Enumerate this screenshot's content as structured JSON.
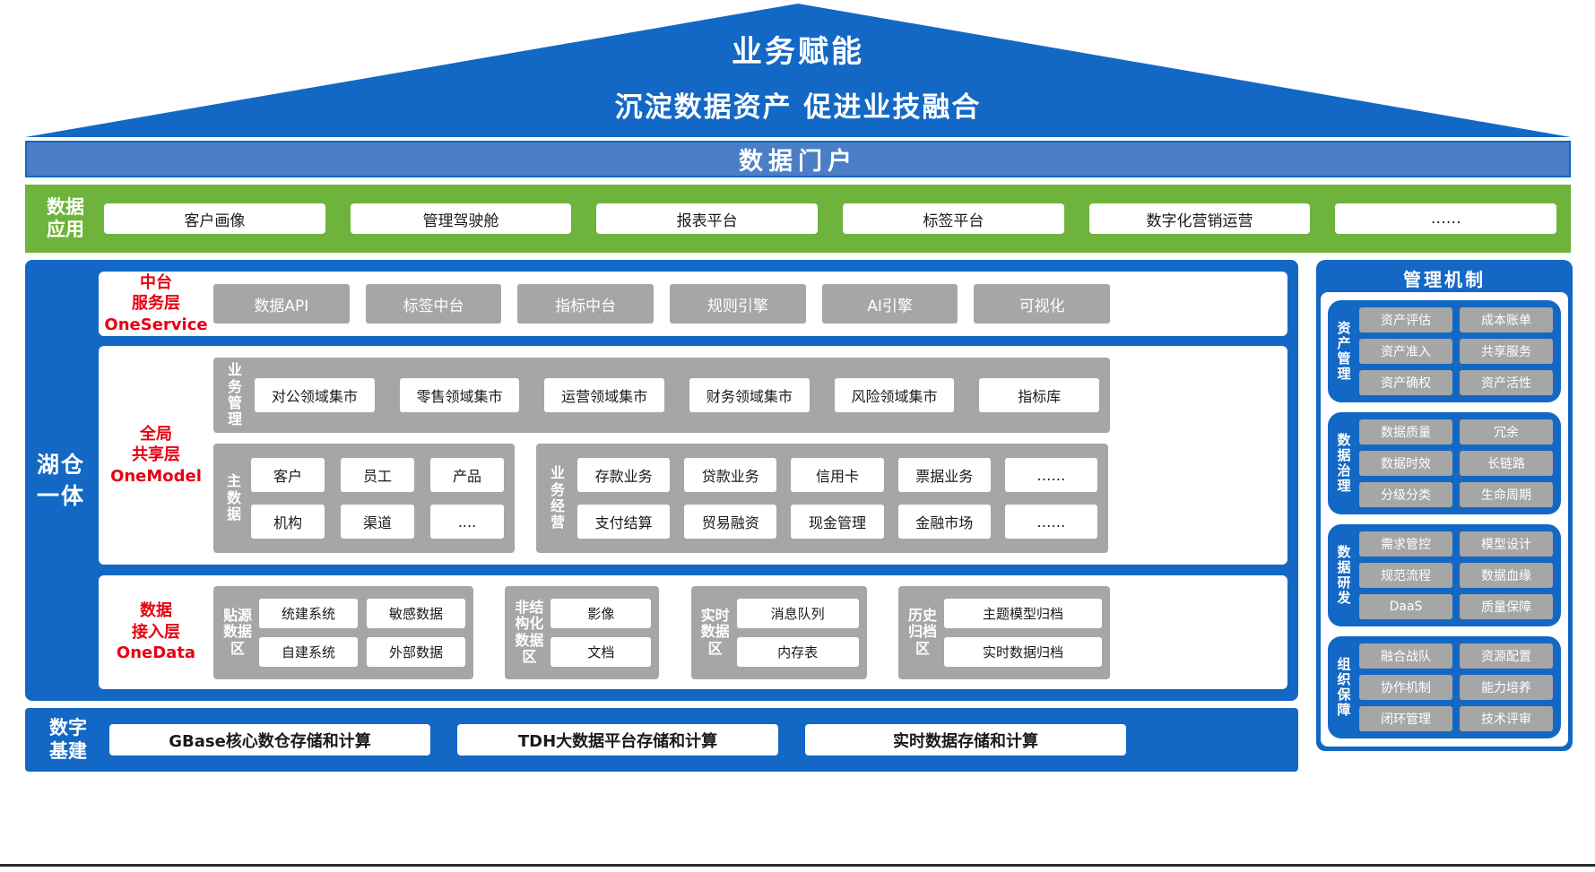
{
  "colors": {
    "primary_blue": "#1268c4",
    "banner_blue": "#4a7ec6",
    "app_green": "#6eb33c",
    "box_gray": "#a6a6a6",
    "label_red": "#e60012"
  },
  "roof": {
    "title": "业务赋能",
    "subtitle": "沉淀数据资产 促进业技融合"
  },
  "portal": {
    "title": "数据门户"
  },
  "app_layer": {
    "label": "数据\n应用",
    "items": [
      "客户画像",
      "管理驾驶舱",
      "报表平台",
      "标签平台",
      "数字化营销运营",
      "……"
    ]
  },
  "lakehouse": {
    "label": "湖仓\n一体",
    "oneservice": {
      "label": "中台\n服务层\nOneService",
      "items": [
        "数据API",
        "标签中台",
        "指标中台",
        "规则引擎",
        "AI引擎",
        "可视化"
      ]
    },
    "onemodel": {
      "label": "全局\n共享层\nOneModel",
      "business_management": {
        "label": "业\n务\n管\n理",
        "items": [
          "对公领域集市",
          "零售领域集市",
          "运营领域集市",
          "财务领域集市",
          "风险领域集市",
          "指标库"
        ]
      },
      "master_data": {
        "label": "主\n数\n据",
        "items": [
          "客户",
          "员工",
          "产品",
          "机构",
          "渠道",
          "...."
        ]
      },
      "business_operation": {
        "label": "业\n务\n经\n营",
        "items": [
          "存款业务",
          "贷款业务",
          "信用卡",
          "票据业务",
          "……",
          "支付结算",
          "贸易融资",
          "现金管理",
          "金融市场",
          "……"
        ]
      }
    },
    "onedata": {
      "label": "数据\n接入层\nOneData",
      "zones": [
        {
          "label": "贴源\n数据\n区",
          "items": [
            "统建系统",
            "敏感数据",
            "自建系统",
            "外部数据"
          ]
        },
        {
          "label": "非结\n构化\n数据\n区",
          "items": [
            "影像",
            "文档"
          ]
        },
        {
          "label": "实时\n数据\n区",
          "items": [
            "消息队列",
            "内存表"
          ]
        },
        {
          "label": "历史\n归档\n区",
          "items": [
            "主题模型归档",
            "实时数据归档"
          ]
        }
      ]
    }
  },
  "infrastructure": {
    "label": "数字\n基建",
    "items": [
      "GBase核心数仓存储和计算",
      "TDH大数据平台存储和计算",
      "实时数据存储和计算"
    ]
  },
  "management": {
    "title": "管理机制",
    "sections": [
      {
        "label": "资\n产\n管\n理",
        "items": [
          "资产评估",
          "成本账单",
          "资产准入",
          "共享服务",
          "资产确权",
          "资产活性"
        ]
      },
      {
        "label": "数\n据\n治\n理",
        "items": [
          "数据质量",
          "冗余",
          "数据时效",
          "长链路",
          "分级分类",
          "生命周期"
        ]
      },
      {
        "label": "数\n据\n研\n发",
        "items": [
          "需求管控",
          "模型设计",
          "规范流程",
          "数据血缘",
          "DaaS",
          "质量保障"
        ]
      },
      {
        "label": "组\n织\n保\n障",
        "items": [
          "融合战队",
          "资源配置",
          "协作机制",
          "能力培养",
          "闭环管理",
          "技术评审"
        ]
      }
    ]
  }
}
